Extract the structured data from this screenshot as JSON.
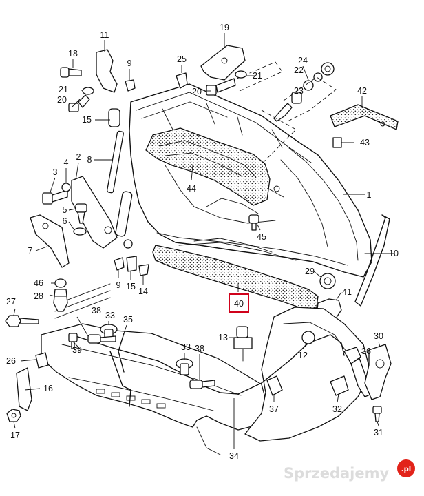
{
  "diagram": {
    "labels": [
      "1",
      "2",
      "3",
      "4",
      "5",
      "6",
      "7",
      "8",
      "9",
      "9",
      "10",
      "11",
      "12",
      "13",
      "14",
      "15",
      "15",
      "16",
      "17",
      "18",
      "19",
      "20",
      "20",
      "21",
      "21",
      "22",
      "23",
      "24",
      "25",
      "26",
      "27",
      "28",
      "29",
      "30",
      "31",
      "32",
      "33",
      "33",
      "34",
      "35",
      "36",
      "37",
      "38",
      "38",
      "39",
      "40",
      "41",
      "42",
      "43",
      "44",
      "45",
      "46"
    ],
    "highlighted_label": "40",
    "highlight_color": "#d0021b"
  },
  "watermark": {
    "text": "Sprzedajemy",
    "suffix": ".pl",
    "badge_color": "#e2231a"
  }
}
